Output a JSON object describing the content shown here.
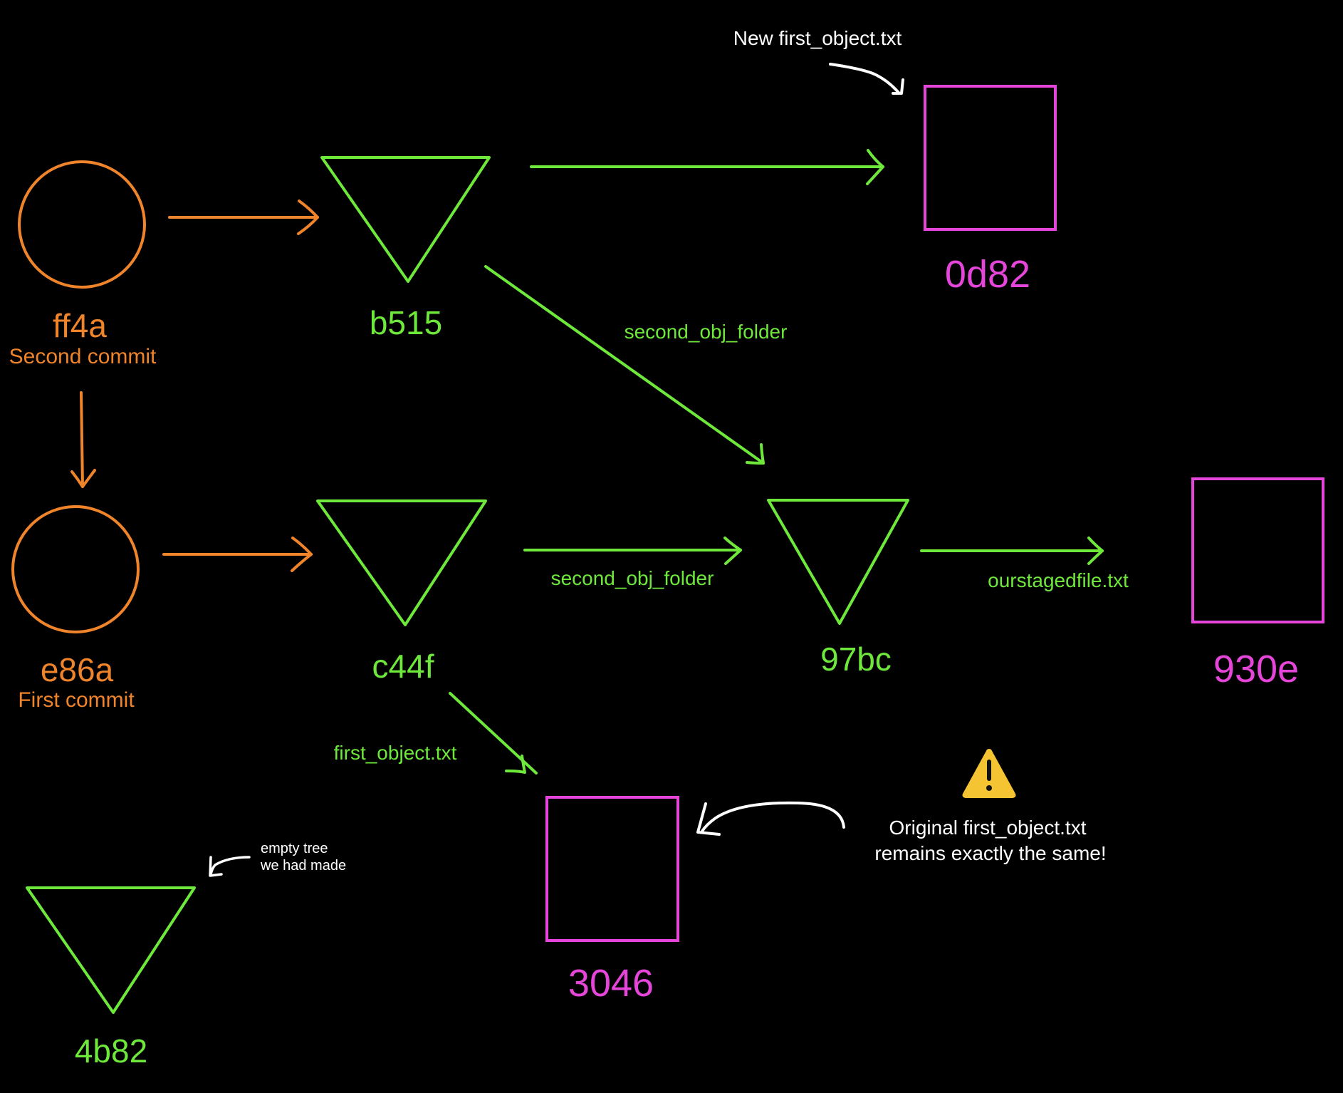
{
  "colors": {
    "commit": "#F0842A",
    "tree": "#6EE83A",
    "blob": "#E545D8",
    "annotation": "#FFFFFF",
    "warning": "#F5C432",
    "background": "#000000"
  },
  "commits": [
    {
      "id": "ff4a",
      "hash": "ff4a",
      "label": "Second commit"
    },
    {
      "id": "e86a",
      "hash": "e86a",
      "label": "First commit"
    }
  ],
  "trees": [
    {
      "id": "b515",
      "hash": "b515"
    },
    {
      "id": "c44f",
      "hash": "c44f"
    },
    {
      "id": "97bc",
      "hash": "97bc"
    },
    {
      "id": "4b82",
      "hash": "4b82"
    }
  ],
  "blobs": [
    {
      "id": "0d82",
      "hash": "0d82"
    },
    {
      "id": "930e",
      "hash": "930e"
    },
    {
      "id": "3046",
      "hash": "3046"
    }
  ],
  "edges": [
    {
      "from": "ff4a",
      "to": "b515",
      "label": ""
    },
    {
      "from": "ff4a",
      "to": "e86a",
      "label": ""
    },
    {
      "from": "e86a",
      "to": "c44f",
      "label": ""
    },
    {
      "from": "b515",
      "to": "0d82",
      "label": ""
    },
    {
      "from": "b515",
      "to": "97bc",
      "label": "second_obj_folder"
    },
    {
      "from": "c44f",
      "to": "97bc",
      "label": "second_obj_folder"
    },
    {
      "from": "97bc",
      "to": "930e",
      "label": "ourstagedfile.txt"
    },
    {
      "from": "c44f",
      "to": "3046",
      "label": "first_object.txt"
    }
  ],
  "annotations": {
    "new_file": "New first_object.txt",
    "original_line1": "Original first_object.txt",
    "original_line2": "remains exactly the same!",
    "empty_tree_line1": "empty tree",
    "empty_tree_line2": "we had made"
  },
  "icons": {
    "warning": "warning-icon"
  }
}
